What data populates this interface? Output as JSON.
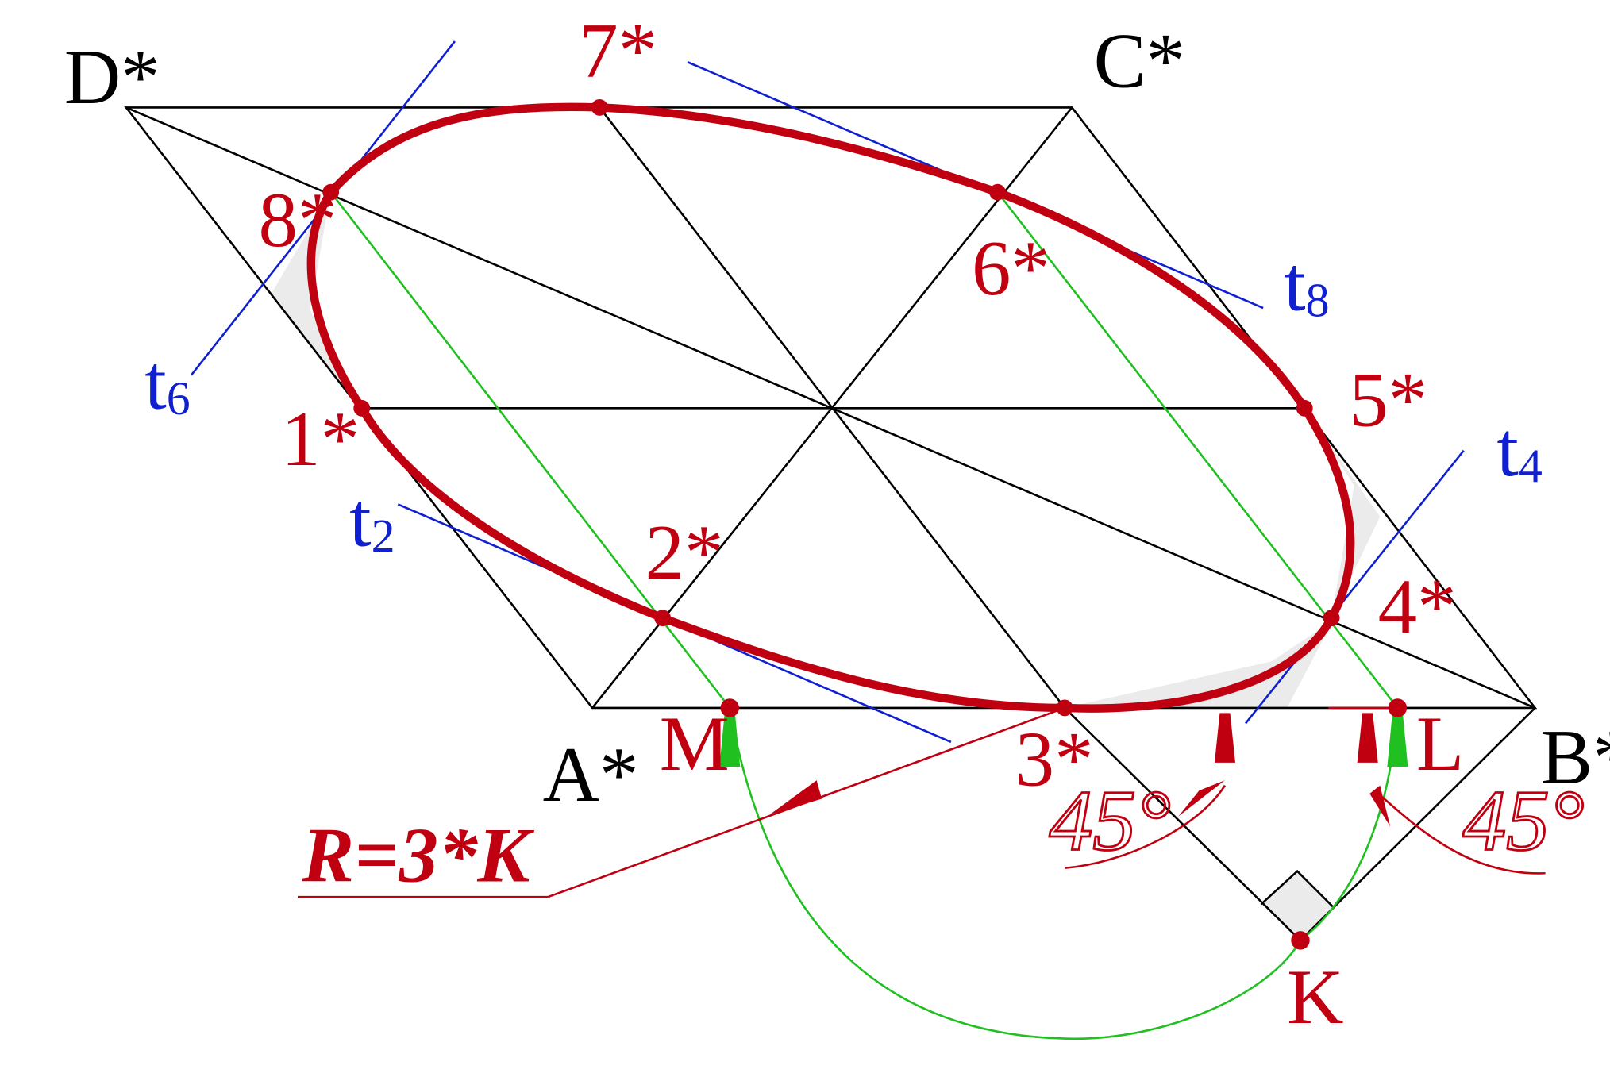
{
  "labels": {
    "D": "D*",
    "C": "C*",
    "A": "A*",
    "B": "B*",
    "p1": "1*",
    "p2": "2*",
    "p3": "3*",
    "p4": "4*",
    "p5": "5*",
    "p6": "6*",
    "p7": "7*",
    "p8": "8*",
    "M": "M",
    "L": "L",
    "K": "K",
    "t2": "t",
    "t2_sub": "2",
    "t4": "t",
    "t4_sub": "4",
    "t6": "t",
    "t6_sub": "6",
    "t8": "t",
    "t8_sub": "8",
    "angle_left": "45°",
    "angle_right": "45°",
    "radius": "R=3*K"
  },
  "colors": {
    "frame": "#000000",
    "ellipse": "#c00010",
    "tangent": "#1020d0",
    "construction": "#20c020",
    "dimension": "#c00010",
    "shading": "#e8e8e8"
  }
}
